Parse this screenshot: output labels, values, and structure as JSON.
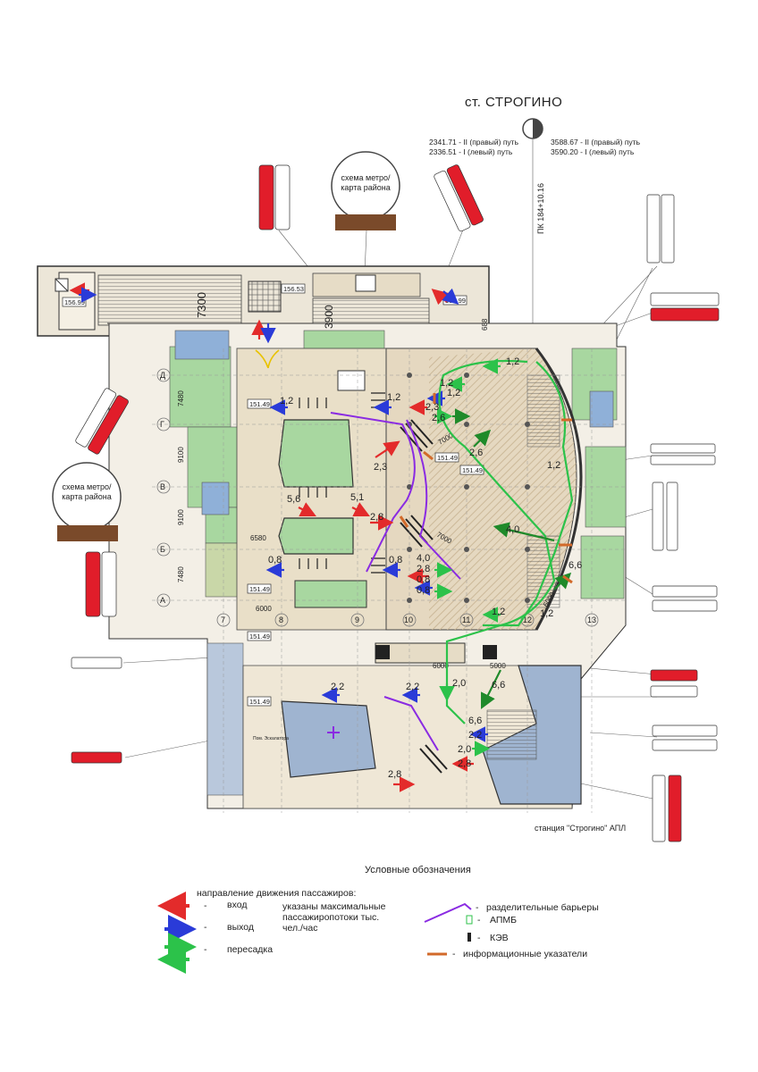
{
  "header": {
    "station_title": "ст. СТРОГИНО",
    "track_left": [
      "2341.71 - II (правый) путь",
      "2336.51 - I (левый) путь"
    ],
    "track_right": [
      "3588.67 - II (правый) путь",
      "3590.20 - I (левый) путь"
    ],
    "picket": "ПК 184+10.16"
  },
  "map_signs": [
    {
      "label": "схема метро/ карта района"
    },
    {
      "label": "схема метро/ карта района"
    }
  ],
  "dimensions": {
    "d7300": "7300",
    "d3900": "3900",
    "d688": "688",
    "d7480a": "7480",
    "d9100a": "9100",
    "d9100b": "9100",
    "d7480b": "7480",
    "d6580": "6580",
    "d6000a": "6000",
    "d6000b": "6000",
    "d5000": "5000",
    "d7000a": "7000",
    "d7000b": "7000",
    "d6000c": "6000"
  },
  "elevations": {
    "e15699": "156.99",
    "e15653": "156.53",
    "e15499": "154.99",
    "e15149a": "151.49",
    "e15149b": "151.49",
    "e15149c": "151.49",
    "e15149d": "151.49",
    "e15149e": "151.49",
    "e15149f": "151.49"
  },
  "axes": {
    "rows": [
      "Д",
      "Г",
      "В",
      "Б",
      "А"
    ],
    "cols": [
      "7",
      "8",
      "9",
      "10",
      "11",
      "12",
      "13"
    ]
  },
  "flows": {
    "f1": "1,2",
    "f2": "1,2",
    "f3": "1,2",
    "f4": "2,3",
    "f5": "2,6",
    "f6": "1,2",
    "f7": "2,3",
    "f8": "2,6",
    "f9": "1,2",
    "f10": "5,6",
    "f11": "5,1",
    "f12": "2,8",
    "f13": "4,0",
    "f14": "0,8",
    "f15": "0,8",
    "f16": "4,0",
    "f17": "2,8",
    "f18": "0,8",
    "f19": "0,8",
    "f20": "6,6",
    "f21": "1,2",
    "f22": "1,2",
    "f23": "2,2",
    "f24": "2,2",
    "f25": "2,0",
    "f26": "6,6",
    "f27": "6,6",
    "f28": "2,2",
    "f29": "2,0",
    "f30": "2,8",
    "f31": "2,8"
  },
  "room_label": "Пом. Эскалатора",
  "apl_label": "станция \"Строгино\" АПЛ",
  "legend": {
    "title": "Условные обозначения",
    "direction_header": "направление движения пассажиров:",
    "entry": "вход",
    "exit": "выход",
    "transfer": "пересадка",
    "dash": "-",
    "max_flow_note": "указаны максимальные пассажиропотоки тыс. чел./час",
    "barriers": "разделительные барьеры",
    "apmb": "АПМБ",
    "kev": "КЭВ",
    "info_signs": "информационные указатели"
  },
  "colors": {
    "entry": "#e32b2b",
    "exit": "#2a3bd8",
    "transfer": "#2cc24a",
    "transfer_dark": "#1f8a2a",
    "barrier": "#8a2be2",
    "sign": "#d26a2a",
    "room_green": "#a8d7a0",
    "platform": "#e5d8c0",
    "water": "#8fb0d8"
  }
}
